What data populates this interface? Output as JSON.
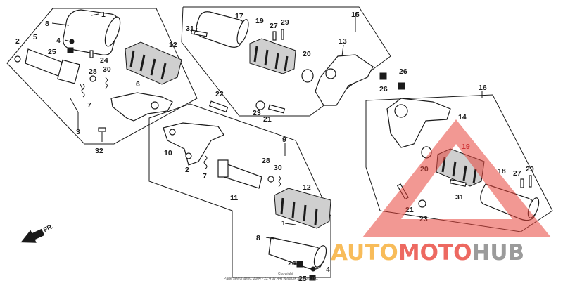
{
  "callouts": {
    "c1": "1",
    "c8": "8",
    "c2": "2",
    "c5": "5",
    "c4": "4",
    "c25": "25",
    "c24": "24",
    "c28": "28",
    "c30": "30",
    "c12": "12",
    "c7": "7",
    "c6": "6",
    "c3": "3",
    "c32": "32",
    "c31": "31",
    "c17": "17",
    "c19": "19",
    "c27": "27",
    "c29": "29",
    "c15": "15",
    "c20": "20",
    "c13": "13",
    "c26a": "26",
    "c26b": "26",
    "c22": "22",
    "c23": "23",
    "c21": "21",
    "c10": "10",
    "c2b": "2",
    "c7b": "7",
    "c9": "9",
    "c28b": "28",
    "c30b": "30",
    "c11": "11",
    "c12b": "12",
    "c1b": "1",
    "c8b": "8",
    "c24b": "24",
    "c4b": "4",
    "c25b": "25",
    "c16": "16",
    "c14": "14",
    "c19b": "19",
    "c20b": "20",
    "c18": "18",
    "c27b": "27",
    "c29b": "29",
    "c31b": "31",
    "c21b": "21",
    "c23b": "23"
  },
  "direction_label": "FR.",
  "copyright": {
    "line1": "Copyright",
    "line2": "Page see graphic: 2004 - 22 4 by ARI Network Services, Inc."
  },
  "watermark": {
    "text_part1": "AUTO",
    "text_part2": "MOTO",
    "text_part3": "HUB",
    "color_red": "#e8433a",
    "color_orange": "#f5a623",
    "color_grey": "#8a8a8a"
  }
}
